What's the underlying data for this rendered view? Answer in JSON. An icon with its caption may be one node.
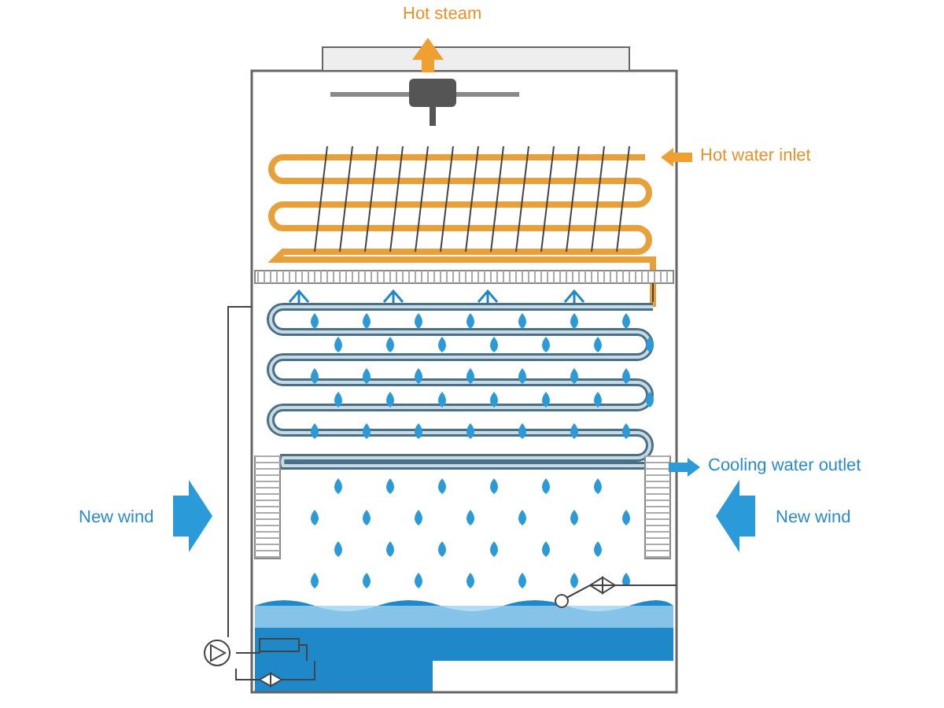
{
  "diagram": {
    "labels": [
      "Hot steam",
      "Hot water inlet",
      "Cooling water outlet",
      "New wind",
      "New wind"
    ]
  }
}
